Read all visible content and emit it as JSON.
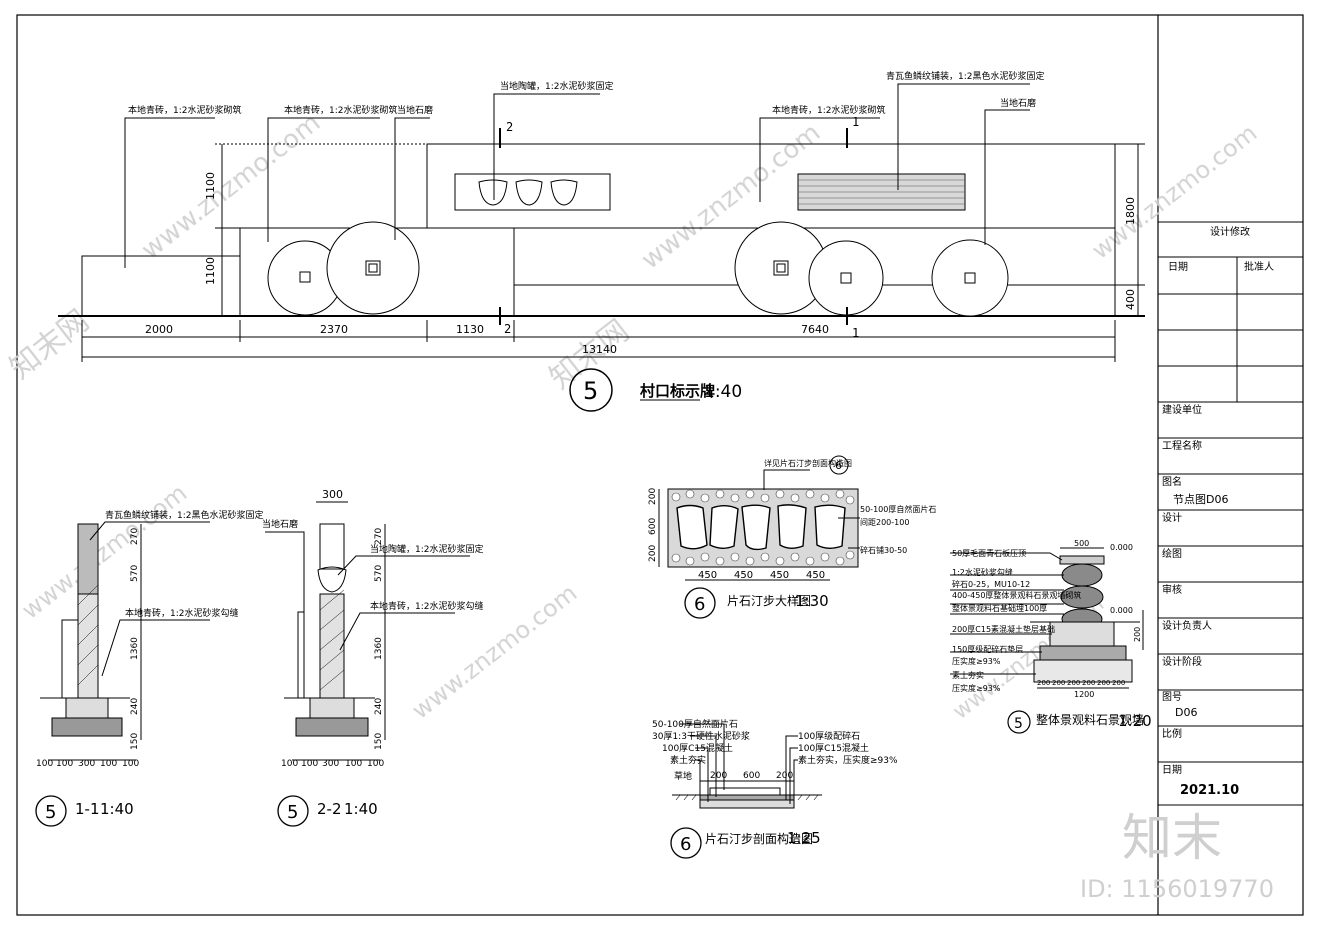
{
  "main_elevation": {
    "title": "村口标示牌",
    "scale": "1:40",
    "index": "5",
    "labels": {
      "wall_left": "本地青砖，1:2水泥砂浆砌筑",
      "wall_mid": "本地青砖，1:2水泥砂浆砌筑",
      "millstone_left": "当地石磨",
      "crock": "当地陶罐，1:2水泥砂浆固定",
      "wall_right": "本地青砖，1:2水泥砂浆砌筑",
      "tile_pattern": "青瓦鱼鳞纹铺装，1:2黑色水泥砂浆固定",
      "millstone_right": "当地石磨"
    },
    "section_marks": [
      "2",
      "1",
      "2",
      "1"
    ],
    "dimensions": {
      "bottom": [
        "2000",
        "2370",
        "1130",
        "7640"
      ],
      "total": "13140",
      "left_vertical": [
        "1100",
        "1100"
      ],
      "right_vertical": [
        "1800",
        "400"
      ]
    }
  },
  "section_1": {
    "index": "5",
    "title": "1-1",
    "scale": "1:40",
    "labels": [
      "青瓦鱼鳞纹铺装，1:2黑色水泥砂浆固定",
      "本地青砖，1:2水泥砂浆勾缝"
    ],
    "vertical_dims": [
      "270",
      "570",
      "1360",
      "240",
      "150"
    ],
    "bottom_dims": [
      "100",
      "100",
      "300",
      "100",
      "100"
    ]
  },
  "section_2": {
    "index": "5",
    "title": "2-2",
    "scale": "1:40",
    "top_dim": "300",
    "labels": [
      "当地石磨",
      "当地陶罐，1:2水泥砂浆固定",
      "本地青砖，1:2水泥砂浆勾缝"
    ],
    "vertical_dims": [
      "270",
      "570",
      "1360",
      "240",
      "150"
    ],
    "bottom_dims": [
      "100",
      "100",
      "300",
      "100",
      "100"
    ]
  },
  "stepping_stone_plan": {
    "index": "6",
    "title": "片石汀步大样图",
    "scale": "1:30",
    "ref_label": "详见片石汀步剖面构造图",
    "ref_index": "6",
    "labels": [
      "50-100厚自然面片石",
      "间距200-100",
      "碎石铺30-50"
    ],
    "left_dims": [
      "200",
      "600",
      "200"
    ],
    "bottom_dims": [
      "450",
      "450",
      "450",
      "450"
    ]
  },
  "stepping_stone_section": {
    "index": "6",
    "title": "片石汀步剖面构造图",
    "scale": "1:25",
    "labels_left": [
      "50-100厚自然面片石",
      "30厚1:3干硬性水泥砂浆",
      "100厚C15混凝土",
      "素土夯实"
    ],
    "labels_right": [
      "100厚级配碎石",
      "100厚C15混凝土",
      "素土夯实，压实度≥93%"
    ],
    "edge_label": "草地",
    "dims": [
      "200",
      "600",
      "200"
    ]
  },
  "stone_wall": {
    "index": "5",
    "title": "整体景观料石景观墙",
    "scale": "1:20",
    "top_dims": [
      "500",
      "0.000"
    ],
    "labels": [
      "50厚毛面青石板压顶",
      "1:2水泥砂浆勾缝",
      "碎石0-25，MU10-12",
      "400-450厚整体景观料石景观墙砌筑",
      "整体景观料石基础埋100厚",
      "200厚C15素混凝土垫层基础",
      "150厚级配碎石垫层",
      "压实度≥93%",
      "素土夯实",
      "压实度≥93%"
    ],
    "right_dims": [
      "0.000",
      "200"
    ],
    "bottom_dims": [
      "200",
      "200",
      "200",
      "200",
      "200",
      "200"
    ],
    "bottom_total": "1200"
  },
  "title_block": {
    "design_revision": "设计修改",
    "date_label": "日期",
    "approver_label": "批准人",
    "client_label": "建设单位",
    "project_label": "工程名称",
    "drawing_name_label": "图名",
    "drawing_name": "节点图D06",
    "design_label": "设计",
    "drafting_label": "绘图",
    "review_label": "审核",
    "lead_label": "设计负责人",
    "stage_label": "设计阶段",
    "drawing_no_label": "图号",
    "drawing_no": "D06",
    "scale_label": "比例",
    "date2_label": "日期",
    "date_value": "2021.10"
  },
  "watermark": {
    "site": "www.znzmo.com",
    "brand_cn": "知末网",
    "logo": "知末",
    "id": "ID: 1156019770"
  }
}
